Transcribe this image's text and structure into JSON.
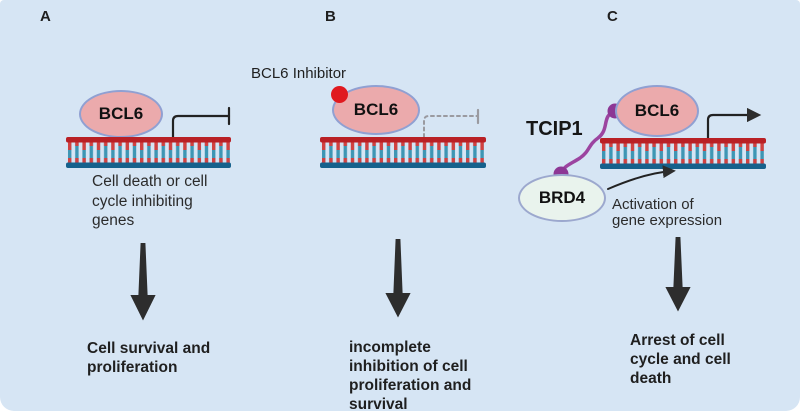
{
  "colors": {
    "bg": "#d6e5f4",
    "oval-pink": "#ebaaac",
    "oval-stroke": "#90a0d2",
    "brd4-fill": "#e9f3ed",
    "brd4-stroke": "#9ca8ce",
    "inhibitor-red": "#e0191f",
    "linker-purple": "#9c44a0",
    "linker-dot": "#8d3795",
    "dna-top": "#b92025",
    "dna-red": "#d14140",
    "dna-teal": "#3e96b4",
    "dna-bottom": "#16618c",
    "ink": "#1f1f1f",
    "arrow-black": "#2d2d2d",
    "dashed-gray": "#9a9aa0"
  },
  "panels": {
    "a": {
      "label": "A",
      "protein": "BCL6",
      "genes": "Cell death or cell\ncycle inhibiting\ngenes",
      "outcome": "Cell survival and\nproliferation"
    },
    "b": {
      "label": "B",
      "protein": "BCL6",
      "inhibitor": "BCL6 Inhibitor",
      "outcome": "incomplete\ninhibition of cell\nproliferation and\nsurvival"
    },
    "c": {
      "label": "C",
      "protein": "BCL6",
      "partner": "BRD4",
      "linker": "TCIP1",
      "activation": "Activation of\ngene expression",
      "outcome": "Arrest of cell\ncycle and cell\ndeath"
    }
  }
}
